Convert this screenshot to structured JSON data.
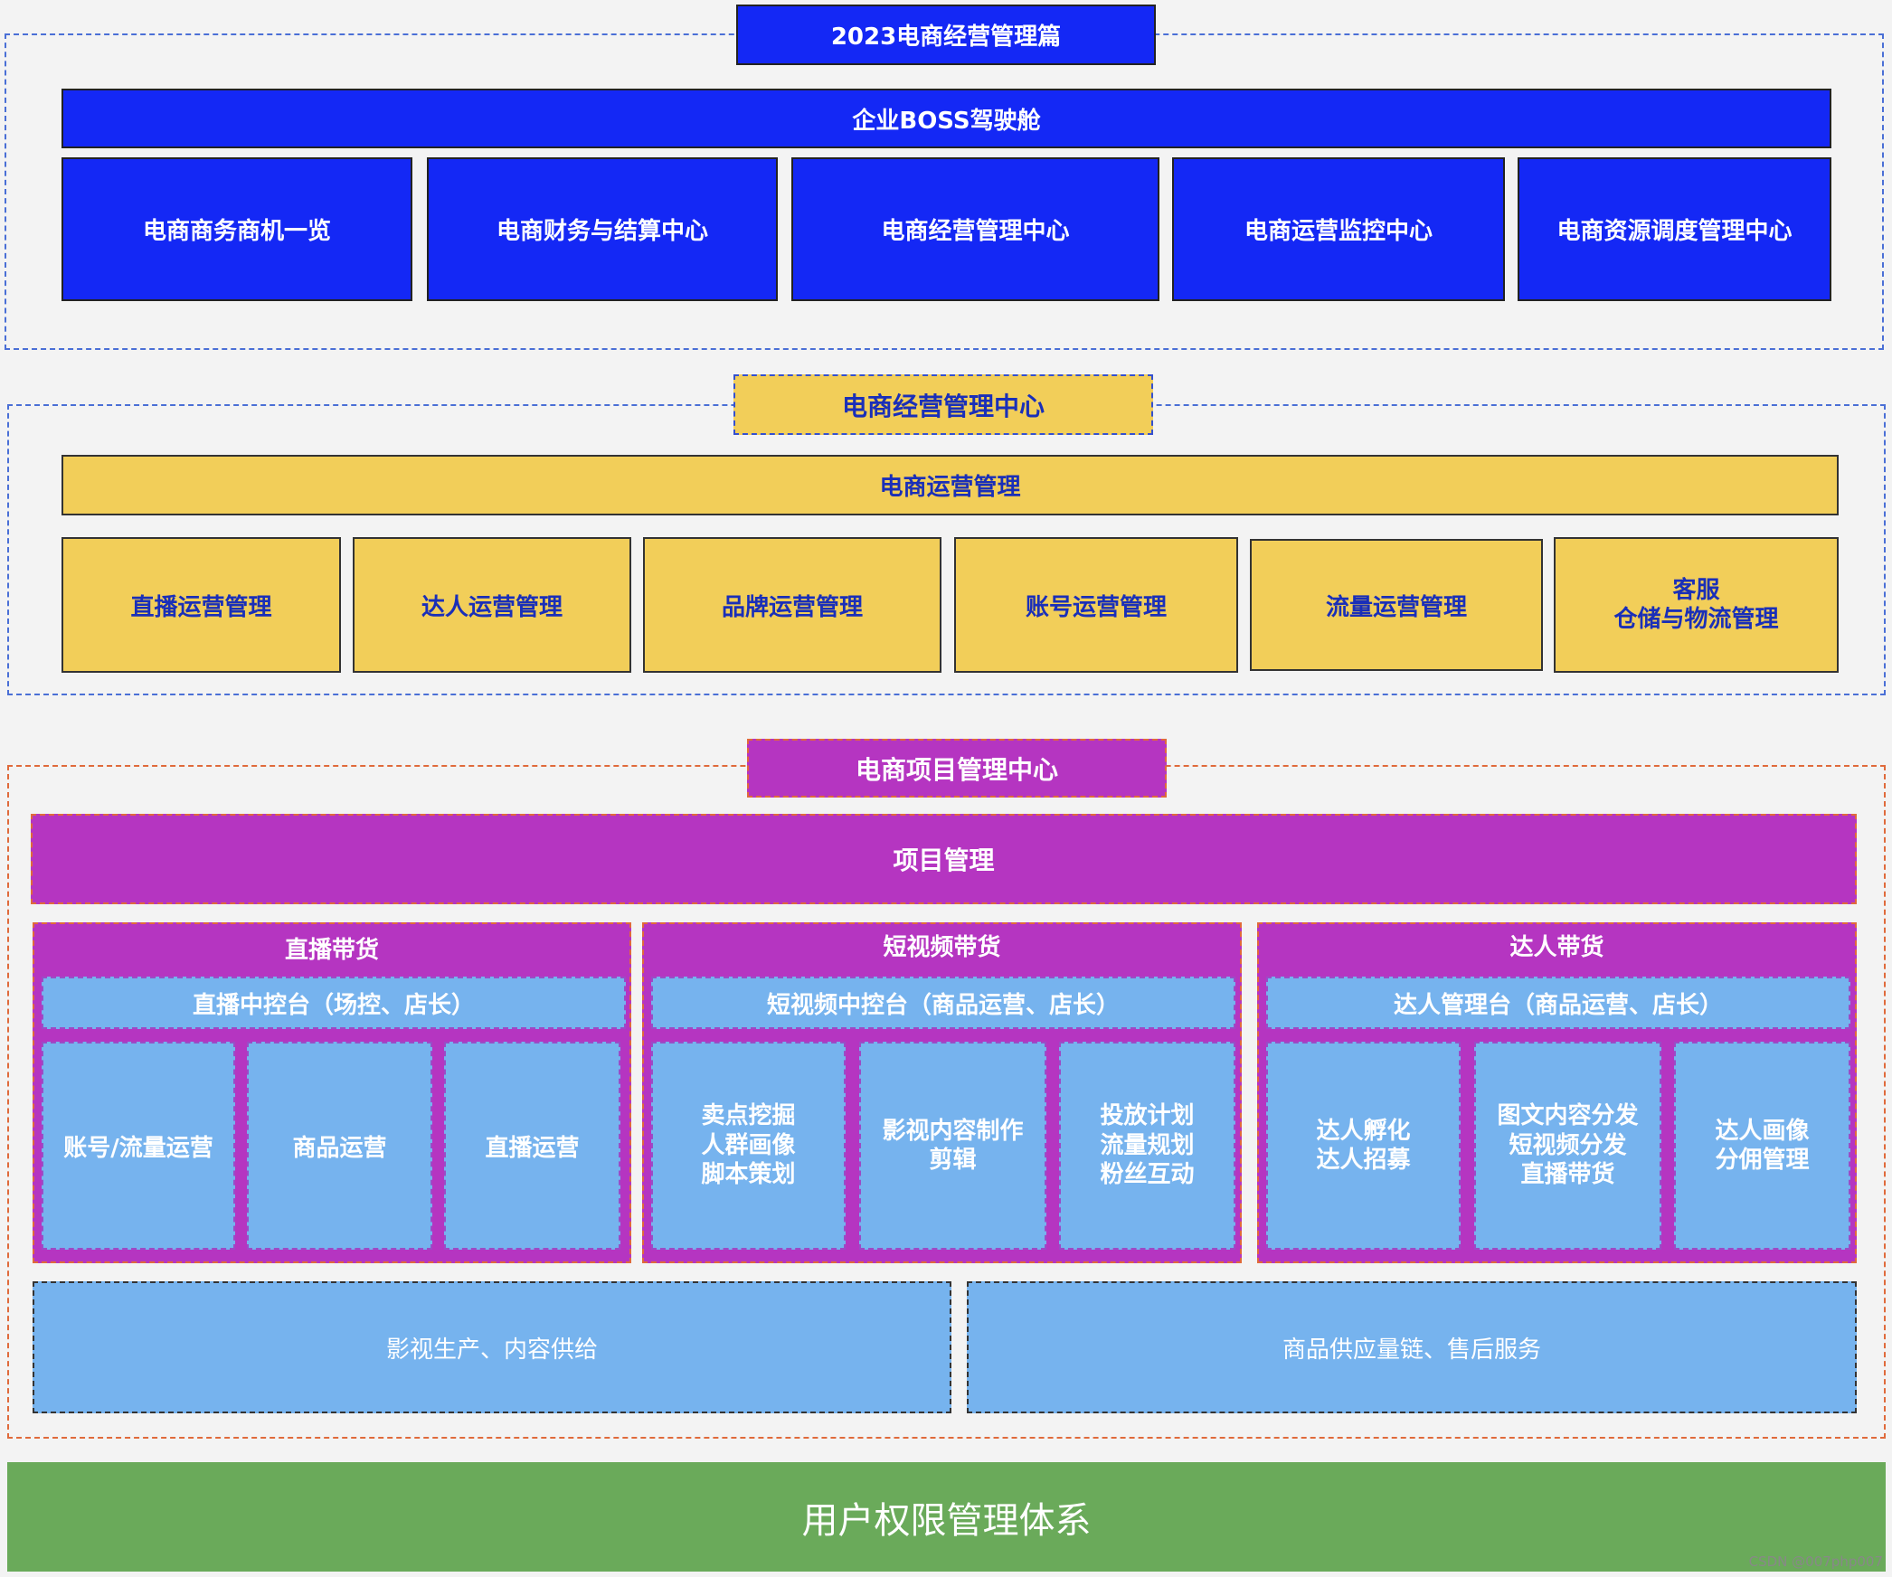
{
  "section1": {
    "title": "2023电商经营管理篇",
    "bar": "企业BOSS驾驶舱",
    "boxes": [
      "电商商务商机一览",
      "电商财务与结算中心",
      "电商经营管理中心",
      "电商运营监控中心",
      "电商资源调度管理中心"
    ]
  },
  "section2": {
    "title": "电商经营管理中心",
    "bar": "电商运营管理",
    "boxes": [
      "直播运营管理",
      "达人运营管理",
      "品牌运营管理",
      "账号运营管理",
      "流量运营管理",
      "客服\n仓储与物流管理"
    ]
  },
  "section3": {
    "title": "电商项目管理中心",
    "bar": "项目管理",
    "groups": [
      {
        "title": "直播带货",
        "console": "直播中控台（场控、店长）",
        "items": [
          "账号/流量运营",
          "商品运营",
          "直播运营"
        ]
      },
      {
        "title": "短视频带货",
        "console": "短视频中控台（商品运营、店长）",
        "items": [
          "卖点挖掘\n人群画像\n脚本策划",
          "影视内容制作\n剪辑",
          "投放计划\n流量规划\n粉丝互动"
        ]
      },
      {
        "title": "达人带货",
        "console": "达人管理台（商品运营、店长）",
        "items": [
          "达人孵化\n达人招募",
          "图文内容分发\n短视频分发\n直播带货",
          "达人画像\n分佣管理"
        ]
      }
    ],
    "bottom": [
      "影视生产、内容供给",
      "商品供应量链、售后服务"
    ]
  },
  "footer": {
    "title": "用户权限管理体系",
    "watermark": "CSDN @007php007"
  },
  "colors": {
    "blue": "#1428f5",
    "yellow": "#f2ce59",
    "purple": "#b535c1",
    "light_blue": "#76b3ee",
    "green": "#6aaa5a"
  }
}
